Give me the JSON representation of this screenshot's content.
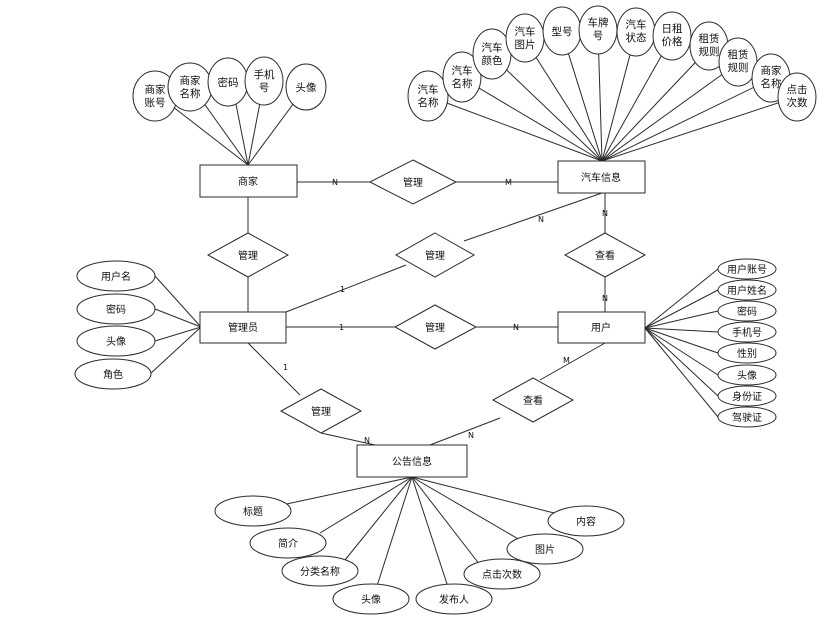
{
  "entities": {
    "merchant": "商家",
    "car_info": "汽车信息",
    "admin": "管理员",
    "user": "用户",
    "notice": "公告信息"
  },
  "relationships": {
    "merchant_car": "管理",
    "merchant_admin": "管理",
    "admin_car": "管理",
    "car_user": "查看",
    "admin_user": "管理",
    "admin_notice": "管理",
    "user_notice": "查看"
  },
  "cardinality": {
    "merchant_car_left": "N",
    "merchant_car_right": "M",
    "admin_car_left": "1",
    "admin_car_right": "N",
    "car_user_top": "N",
    "car_user_bottom": "N",
    "admin_user_left": "1",
    "admin_user_right": "N",
    "admin_notice_top": "1",
    "admin_notice_bottom": "N",
    "user_notice_top": "M",
    "user_notice_bottom": "N"
  },
  "merchant_attrs": [
    [
      "商家",
      "账号"
    ],
    [
      "商家",
      "名称"
    ],
    [
      "密码"
    ],
    [
      "手机",
      "号"
    ],
    [
      "头像"
    ]
  ],
  "car_attrs": [
    [
      "汽车",
      "名称"
    ],
    [
      "汽车",
      "名称"
    ],
    [
      "汽车",
      "颜色"
    ],
    [
      "汽车",
      "图片"
    ],
    [
      "型号"
    ],
    [
      "车牌",
      "号"
    ],
    [
      "汽车",
      "状态"
    ],
    [
      "日租",
      "价格"
    ],
    [
      "租赁",
      "规则"
    ],
    [
      "租赁",
      "规则"
    ],
    [
      "商家",
      "名称"
    ],
    [
      "点击",
      "次数"
    ]
  ],
  "admin_attrs": [
    "用户名",
    "密码",
    "头像",
    "角色"
  ],
  "user_attrs": [
    "用户账号",
    "用户姓名",
    "密码",
    "手机号",
    "性别",
    "头像",
    "身份证",
    "驾驶证"
  ],
  "notice_attrs": [
    "标题",
    "简介",
    "分类名称",
    "头像",
    "发布人",
    "点击次数",
    "图片",
    "内容"
  ]
}
